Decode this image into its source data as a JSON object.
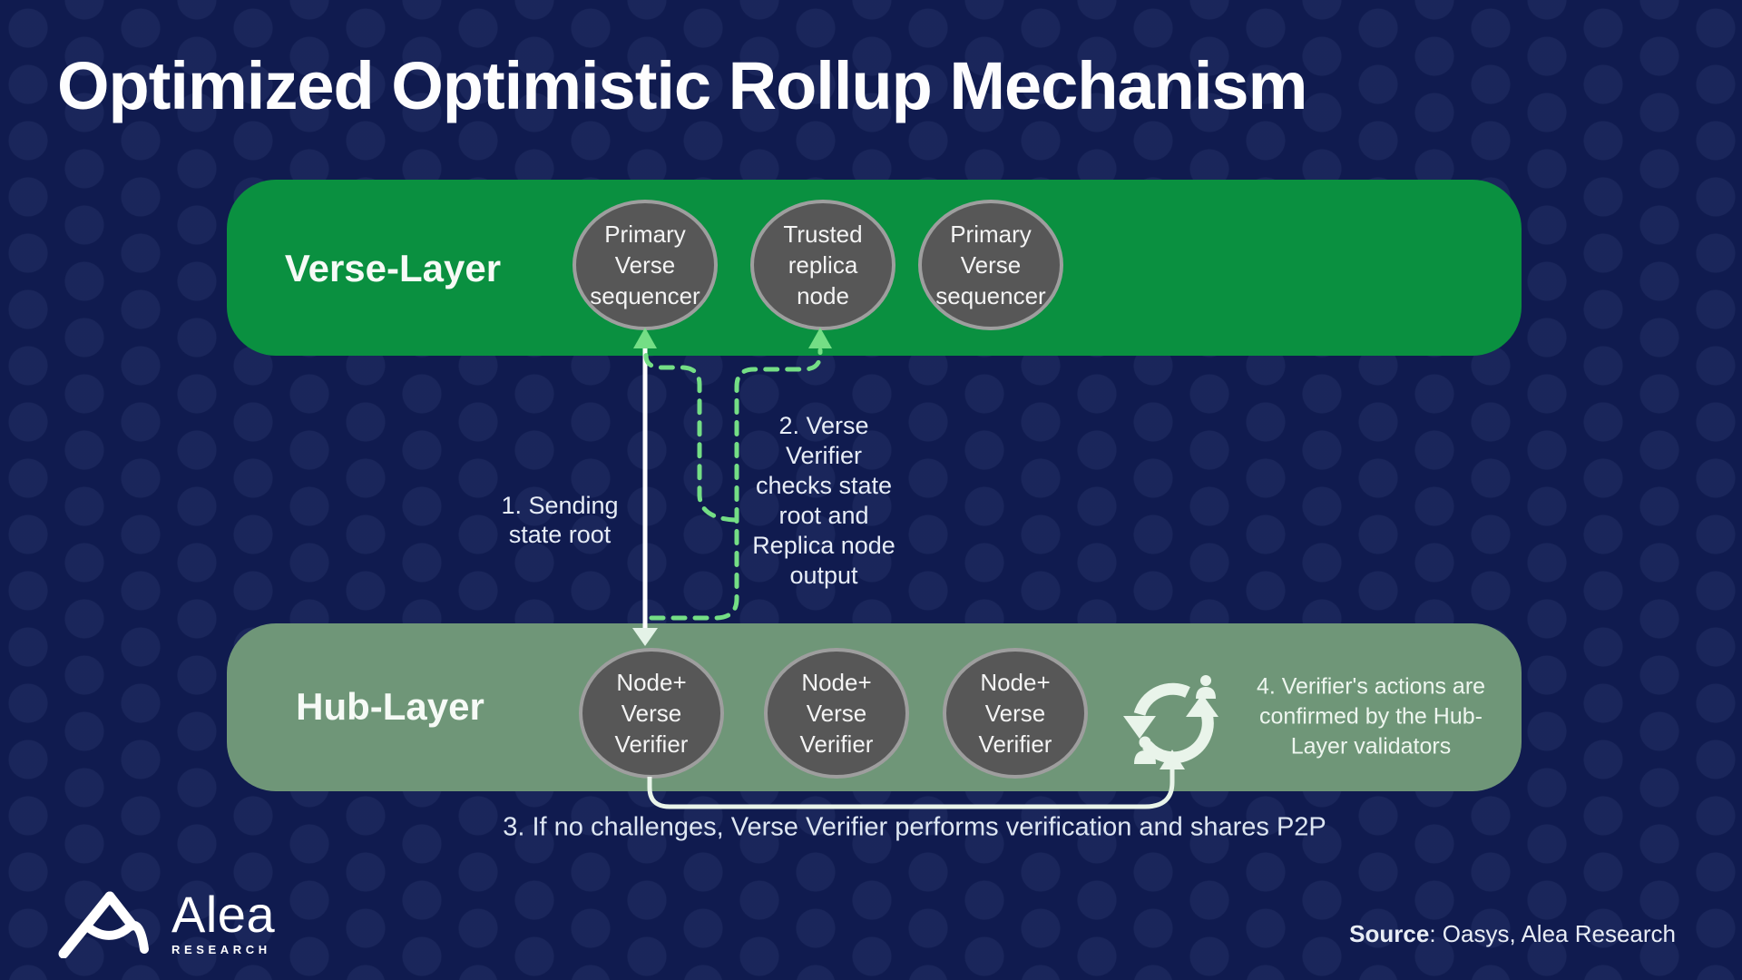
{
  "title": "Optimized Optimistic Rollup Mechanism",
  "verse_layer": {
    "label": "Verse-Layer",
    "nodes": [
      {
        "label": "Primary\nVerse\nsequencer"
      },
      {
        "label": "Trusted\nreplica\nnode"
      },
      {
        "label": "Primary\nVerse\nsequencer"
      }
    ]
  },
  "hub_layer": {
    "label": "Hub-Layer",
    "nodes": [
      {
        "label": "Node+\nVerse\nVerifier"
      },
      {
        "label": "Node+\nVerse\nVerifier"
      },
      {
        "label": "Node+\nVerse\nVerifier"
      }
    ]
  },
  "steps": {
    "step1": "1. Sending\nstate root",
    "step2": "2. Verse\nVerifier\nchecks state\nroot and\nReplica node\noutput",
    "step3": "3. If no challenges, Verse Verifier performs verification and shares P2P",
    "step4": "4. Verifier's actions are\nconfirmed by the Hub-\nLayer validators"
  },
  "icons": {
    "sync_icon": "cycle-refresh-with-validators",
    "logo_mark": "alea-mountain-mark"
  },
  "footer": {
    "brand": "Alea",
    "brand_sub": "RESEARCH",
    "source_label": "Source",
    "source_value": ": Oasys, Alea Research"
  },
  "colors": {
    "background": "#101b4f",
    "dot_pattern": "rgba(173,199,255,0.065)",
    "verse_green": "#0a9040",
    "hub_sage": "#6f9678",
    "node_gray": "#575757",
    "node_border": "#9e9e9e",
    "dashed_green": "#74de85",
    "solid_line_white": "#ffffff",
    "mint_accent": "#e9f4ea",
    "title_white": "#fdfdfe"
  }
}
